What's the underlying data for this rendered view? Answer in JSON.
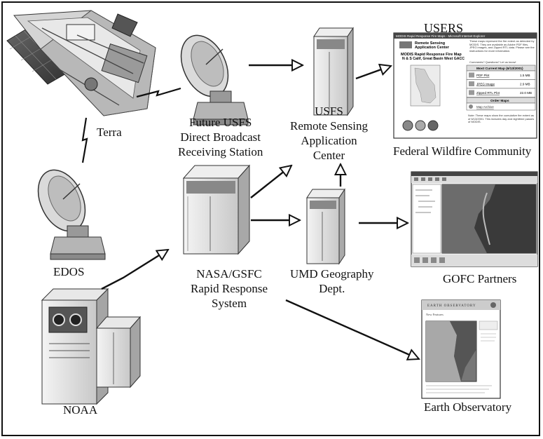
{
  "labels": {
    "users": "USERS",
    "terra": "Terra",
    "edos": "EDOS",
    "noaa": "NOAA",
    "future_station": [
      "Future USFS",
      "Direct Broadcast",
      "Receiving Station"
    ],
    "usfs_center": [
      "USFS",
      "Remote Sensing",
      "Application",
      "Center"
    ],
    "federal": "Federal Wildfire Community",
    "gofc": "GOFC Partners",
    "earth_obs": "Earth Observatory",
    "nasa": [
      "NASA/GSFC",
      "Rapid Response",
      "System"
    ],
    "umd": [
      "UMD Geography",
      "Dept."
    ]
  },
  "fire_page": {
    "titlebar": "MODIS Rapid Response Fire Maps - Microsoft Internet Explorer",
    "brand_line1": "Remote Sensing",
    "brand_line2": "Application Center",
    "heading_line1": "MODIS Rapid Response Fire Map",
    "heading_line2": "N & S Calif, Great Basin West GACC",
    "intro": "These maps represent the fire extent as detected by MODIS. They are available as Adobe PDF files, JPEG images, and Zipped RTL data. Please see the instructions for more information.",
    "comments": "Comments? Questions? Let us know!",
    "table_header": "Most Current Map (6/13/2001)",
    "rows": [
      {
        "name": "PDF Plot",
        "size": "1.5 MB"
      },
      {
        "name": "JPEG Image",
        "size": "2.9 MB"
      },
      {
        "name": "Zipped RTL Plot",
        "size": "22.0 MB"
      }
    ],
    "order_header": "Order Maps",
    "order_item": "Map Archive",
    "note": "Note: These maps show the cumulative fire extent as of 6/13/2001. This includes day and nighttime passes of MODIS."
  },
  "earth_page": {
    "title": "EARTH OBSERVATORY",
    "section": "New Features"
  }
}
